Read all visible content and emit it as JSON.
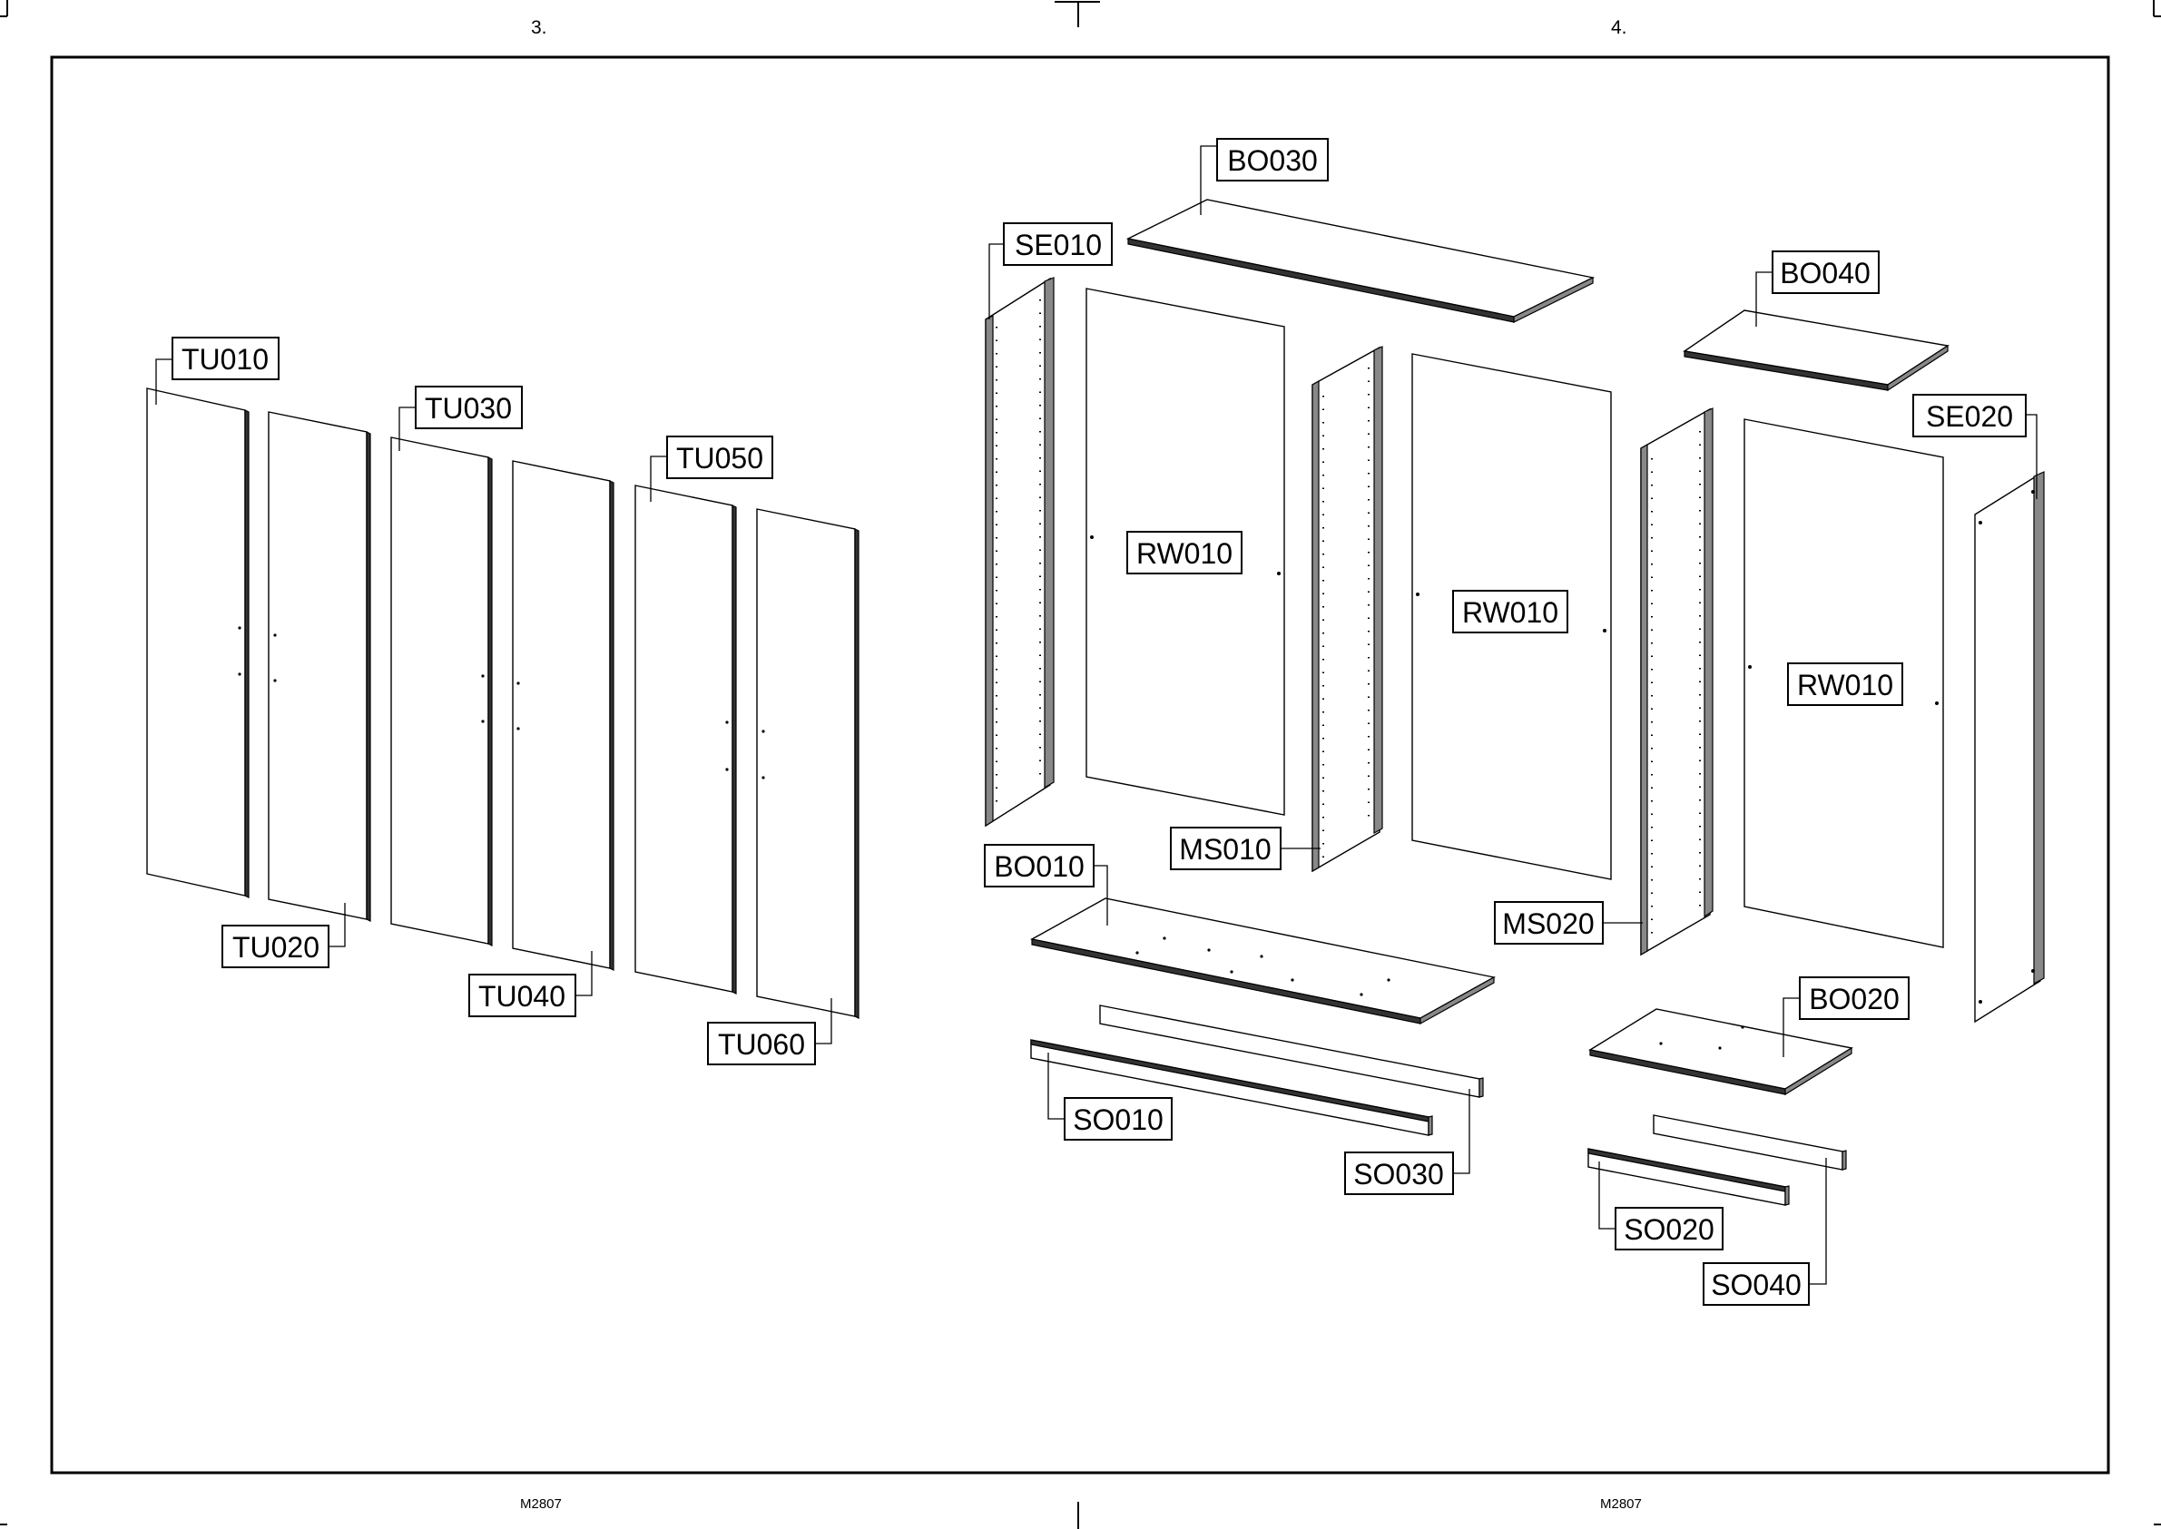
{
  "header": {
    "left_page": "3.",
    "right_page": "4."
  },
  "footer": {
    "left_code": "M2807",
    "right_code": "M2807"
  },
  "labels": {
    "tu010": "TU010",
    "tu020": "TU020",
    "tu030": "TU030",
    "tu040": "TU040",
    "tu050": "TU050",
    "tu060": "TU060",
    "bo030": "BO030",
    "bo040": "BO040",
    "bo010": "BO010",
    "bo020": "BO020",
    "se010": "SE010",
    "se020": "SE020",
    "rw010_a": "RW010",
    "rw010_b": "RW010",
    "rw010_c": "RW010",
    "ms010": "MS010",
    "ms020": "MS020",
    "so010": "SO010",
    "so020": "SO020",
    "so030": "SO030",
    "so040": "SO040"
  }
}
